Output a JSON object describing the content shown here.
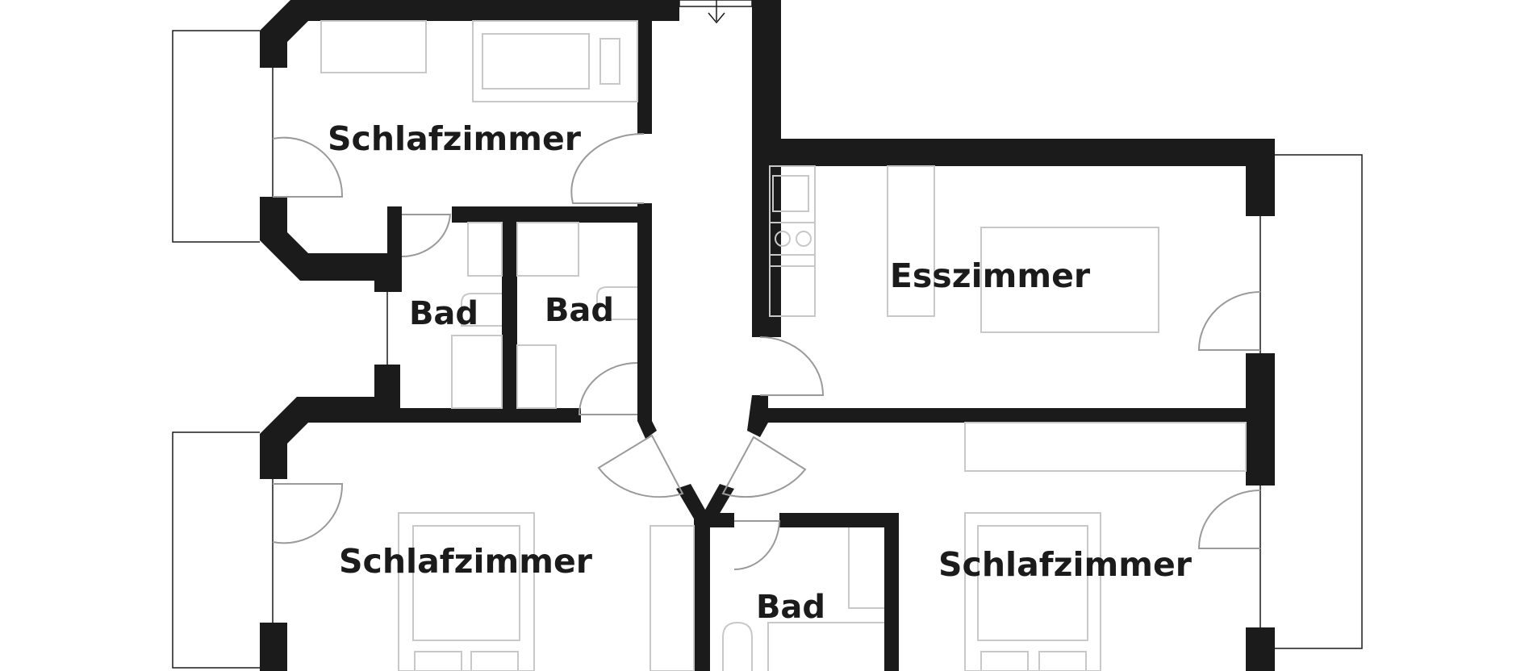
{
  "plan": {
    "rooms": [
      {
        "id": "schlafzimmer-top-left",
        "label": "Schlafzimmer"
      },
      {
        "id": "bad-left",
        "label": "Bad"
      },
      {
        "id": "bad-middle",
        "label": "Bad"
      },
      {
        "id": "esszimmer",
        "label": "Esszimmer"
      },
      {
        "id": "schlafzimmer-bottom-left",
        "label": "Schlafzimmer"
      },
      {
        "id": "bad-bottom",
        "label": "Bad"
      },
      {
        "id": "schlafzimmer-bottom-right",
        "label": "Schlafzimmer"
      }
    ],
    "colors": {
      "wall": "#1b1b1b",
      "furniture": "#c8c8c8",
      "door": "#9a9a9a",
      "background": "#ffffff"
    },
    "icons": {
      "entrance": "entrance-arrow-icon"
    }
  }
}
